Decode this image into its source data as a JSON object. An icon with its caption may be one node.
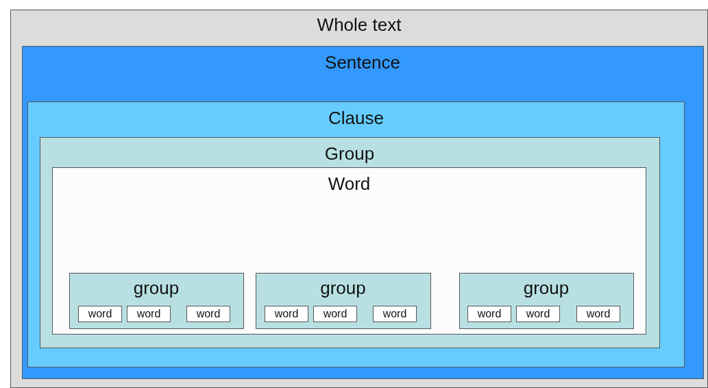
{
  "diagram": {
    "nodes": [
      {
        "text": [
          "Whole text"
        ]
      },
      {
        "text": [
          "Sentence"
        ],
        "in": 0
      },
      {
        "text": [
          "Clause"
        ],
        "in": 1
      },
      {
        "text": [
          "Group"
        ],
        "in": 2
      },
      {
        "text": [
          "Word"
        ],
        "in": 3
      },
      {
        "text": [
          "group"
        ],
        "in": 4
      },
      {
        "text": [
          "word"
        ],
        "in": 5
      },
      {
        "text": [
          "word"
        ],
        "in": 5
      },
      {
        "text": [
          "word"
        ],
        "in": 5
      },
      {
        "text": [
          "group"
        ],
        "in": 4
      },
      {
        "text": [
          "word"
        ],
        "in": 9
      },
      {
        "text": [
          "word"
        ],
        "in": 9
      },
      {
        "text": [
          "word"
        ],
        "in": 9
      },
      {
        "text": [
          "group"
        ],
        "in": 4
      },
      {
        "text": [
          "word"
        ],
        "in": 13
      },
      {
        "text": [
          "word"
        ],
        "in": 13
      },
      {
        "text": [
          "word"
        ],
        "in": 13
      }
    ],
    "edges": []
  }
}
